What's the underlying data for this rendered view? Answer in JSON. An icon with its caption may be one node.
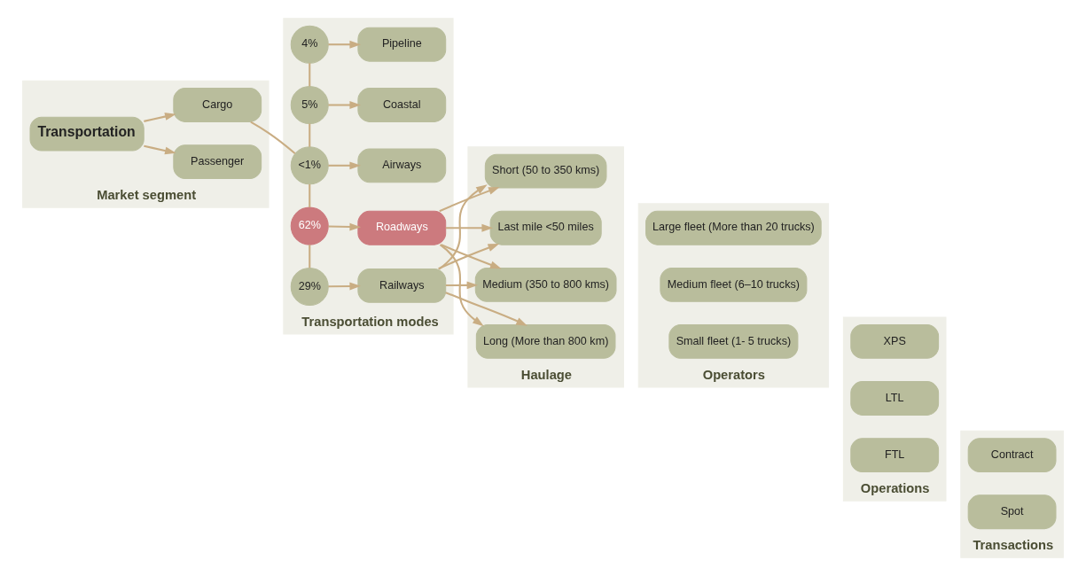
{
  "diagram": {
    "nodes": [
      {
        "text": [
          "Market segment"
        ]
      },
      {
        "text": [
          "Transportation"
        ],
        "in": 0
      },
      {
        "text": [
          "Passenger"
        ],
        "in": 0
      },
      {
        "text": [
          "Cargo"
        ],
        "in": 0
      },
      {
        "text": [
          "Transportation modes"
        ]
      },
      {
        "text": [
          "4%"
        ],
        "in": 4
      },
      {
        "text": [
          "Pipeline"
        ],
        "in": 4
      },
      {
        "text": [
          "5%"
        ],
        "in": 4
      },
      {
        "text": [
          "Coastal"
        ],
        "in": 4
      },
      {
        "text": [
          "<1%"
        ],
        "in": 4
      },
      {
        "text": [
          "Airways"
        ],
        "in": 4
      },
      {
        "text": [
          "62%"
        ],
        "in": 4
      },
      {
        "text": [
          "Roadways"
        ],
        "in": 4
      },
      {
        "text": [
          "29%"
        ],
        "in": 4
      },
      {
        "text": [
          "Railways"
        ],
        "in": 4
      },
      {
        "text": [
          "Haulage"
        ]
      },
      {
        "text": [
          "Long (More than 800 km)"
        ],
        "in": 15
      },
      {
        "text": [
          "Medium (350 to 800 kms)"
        ],
        "in": 15
      },
      {
        "text": [
          "Short (50 to 350 kms)"
        ],
        "in": 15
      },
      {
        "text": [
          "Last mile <50 miles"
        ],
        "in": 15
      },
      {
        "text": [
          "Operators"
        ]
      },
      {
        "text": [
          "Large fleet (More than 20 trucks)"
        ],
        "in": 20
      },
      {
        "text": [
          "Medium fleet (6–10 trucks)"
        ],
        "in": 20
      },
      {
        "text": [
          "Small fleet (1- 5 trucks)"
        ],
        "in": 20
      },
      {
        "text": [
          "Operations"
        ]
      },
      {
        "text": [
          "XPS"
        ],
        "in": 24
      },
      {
        "text": [
          "LTL"
        ],
        "in": 24
      },
      {
        "text": [
          "FTL"
        ],
        "in": 24
      },
      {
        "text": [
          "Transactions"
        ]
      },
      {
        "text": [
          "Contract"
        ],
        "in": 28
      },
      {
        "text": [
          "Spot"
        ],
        "in": 28
      }
    ],
    "edges": [
      {
        "from": 1,
        "to": 2,
        "arrow": "to"
      },
      {
        "from": 1,
        "to": 3,
        "arrow": "to"
      },
      {
        "from": 3,
        "to": 9,
        "arrow": "none"
      },
      {
        "from": 5,
        "to": 7,
        "arrow": "none"
      },
      {
        "from": 7,
        "to": 9,
        "arrow": "none"
      },
      {
        "from": 9,
        "to": 11,
        "arrow": "none"
      },
      {
        "from": 11,
        "to": 13,
        "arrow": "none"
      },
      {
        "from": 5,
        "to": 6,
        "arrow": "to"
      },
      {
        "from": 7,
        "to": 8,
        "arrow": "to"
      },
      {
        "from": 9,
        "to": 10,
        "arrow": "to"
      },
      {
        "from": 11,
        "to": 12,
        "arrow": "to"
      },
      {
        "from": 13,
        "to": 14,
        "arrow": "to"
      },
      {
        "from": 12,
        "to": 16,
        "arrow": "to"
      },
      {
        "from": 12,
        "to": 17,
        "arrow": "to"
      },
      {
        "from": 12,
        "to": 18,
        "arrow": "to"
      },
      {
        "from": 12,
        "to": 19,
        "arrow": "to"
      },
      {
        "from": 14,
        "to": 16,
        "arrow": "to"
      },
      {
        "from": 14,
        "to": 17,
        "arrow": "to"
      },
      {
        "from": 14,
        "to": 18,
        "arrow": "to"
      },
      {
        "from": 14,
        "to": 19,
        "arrow": "to"
      }
    ]
  }
}
